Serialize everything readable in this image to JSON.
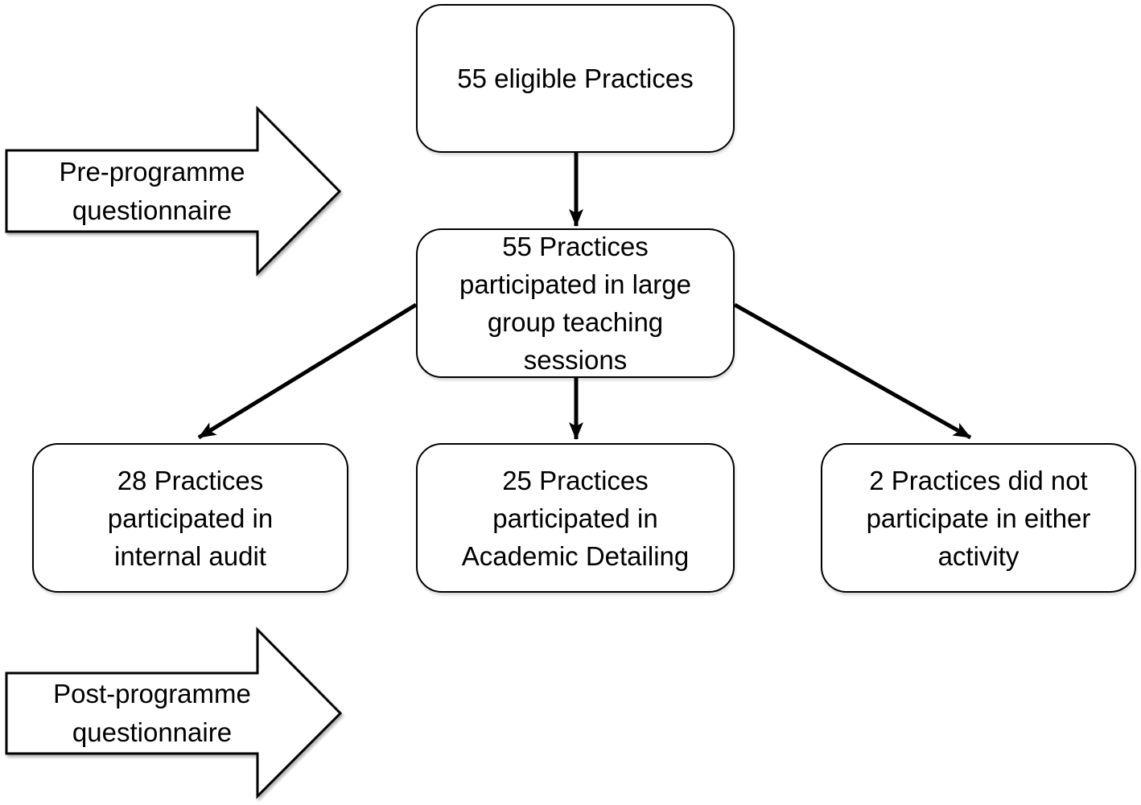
{
  "diagram": {
    "type": "flowchart",
    "colors": {
      "background": "#ffffff",
      "node_fill": "#ffffff",
      "stroke": "#000000",
      "text": "#000000"
    },
    "nodes": {
      "eligible": {
        "lines": [
          "55 eligible Practices"
        ]
      },
      "teaching": {
        "lines": [
          "55 Practices",
          "participated in large",
          "group teaching",
          "sessions"
        ]
      },
      "audit": {
        "lines": [
          "28 Practices",
          "participated in",
          "internal audit"
        ]
      },
      "detailing": {
        "lines": [
          "25 Practices",
          "participated in",
          "Academic Detailing"
        ]
      },
      "no_participation": {
        "lines": [
          "2 Practices did not",
          "participate in either",
          "activity"
        ]
      }
    },
    "annotations": {
      "pre_programme": {
        "lines": [
          "Pre-programme",
          "questionnaire"
        ]
      },
      "post_programme": {
        "lines": [
          "Post-programme",
          "questionnaire"
        ]
      }
    }
  }
}
